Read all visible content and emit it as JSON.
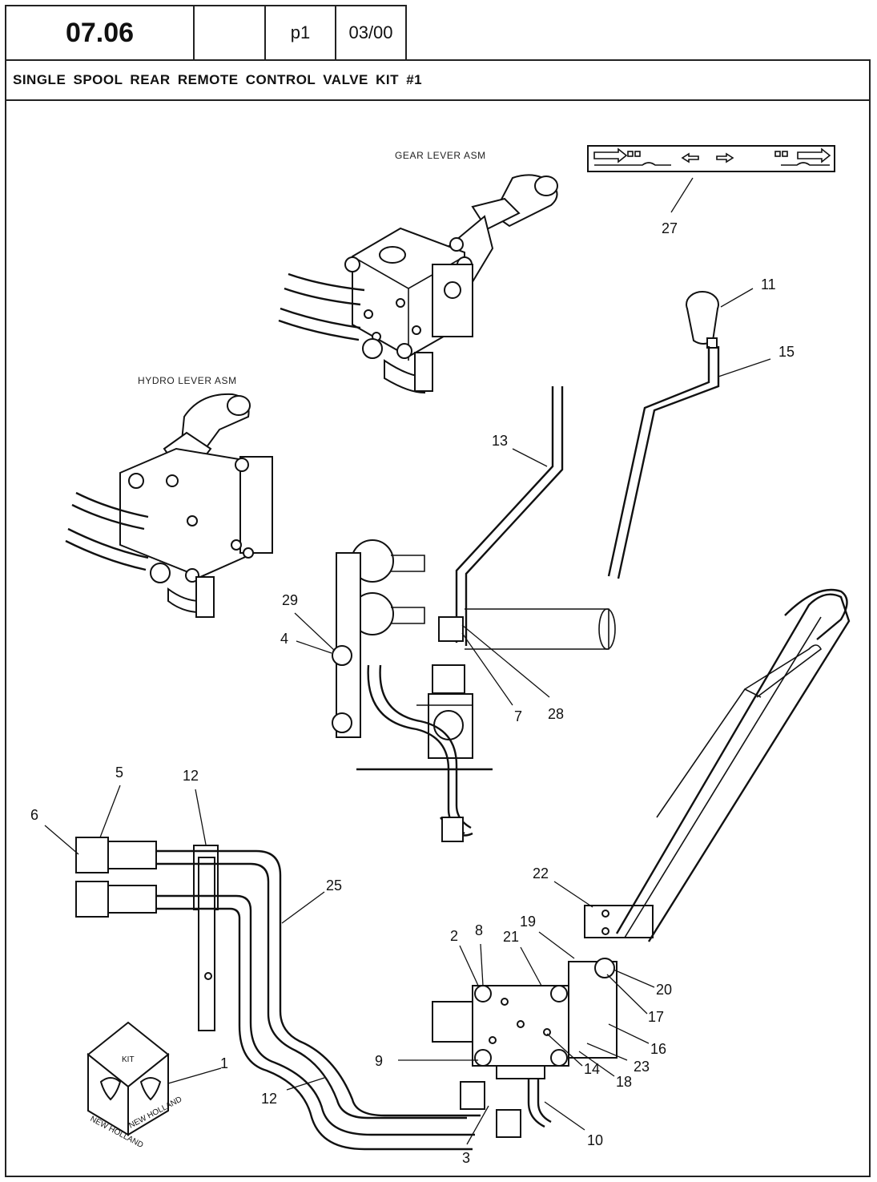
{
  "header": {
    "section_code": "07.06",
    "page": "p1",
    "date": "03/00"
  },
  "title": "SINGLE SPOOL REAR REMOTE CONTROL VALVE KIT #1",
  "assembly_labels": {
    "gear": "GEAR LEVER ASM",
    "hydro": "HYDRO LEVER ASM"
  },
  "kit_box": {
    "label": "KIT",
    "brand": "NEW HOLLAND"
  },
  "callouts": [
    "1",
    "2",
    "3",
    "4",
    "5",
    "6",
    "7",
    "8",
    "9",
    "10",
    "11",
    "12",
    "12",
    "13",
    "14",
    "15",
    "16",
    "17",
    "18",
    "19",
    "20",
    "21",
    "22",
    "23",
    "25",
    "27",
    "28",
    "29"
  ]
}
